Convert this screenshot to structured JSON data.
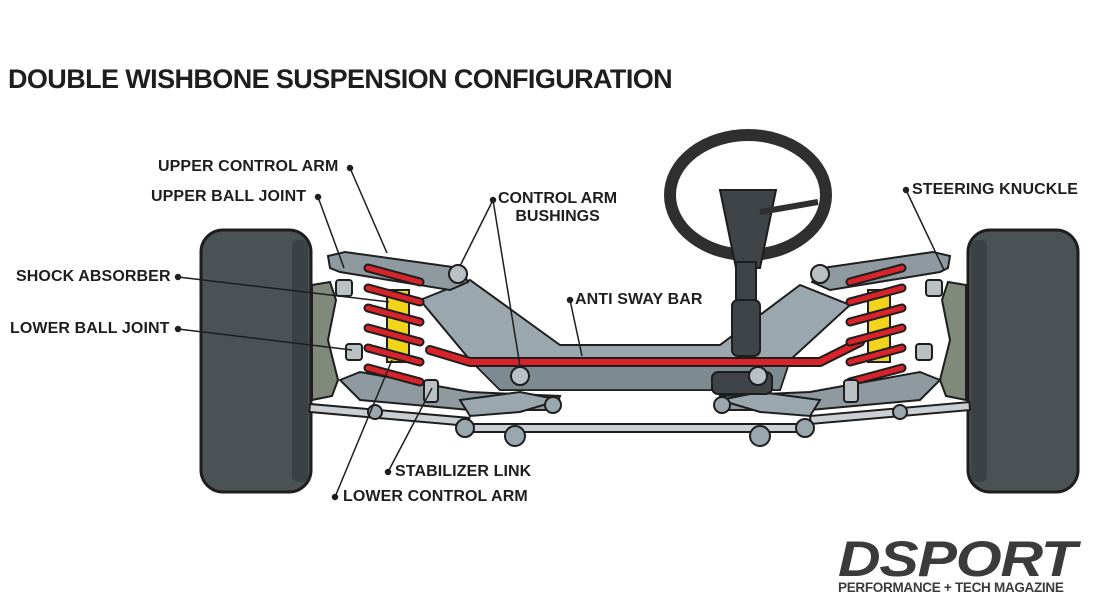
{
  "title": "DOUBLE WISHBONE SUSPENSION CONFIGURATION",
  "labels": {
    "upper_control_arm": "UPPER CONTROL ARM",
    "upper_ball_joint": "UPPER BALL JOINT",
    "shock_absorber": "SHOCK ABSORBER",
    "lower_ball_joint": "LOWER BALL JOINT",
    "control_arm_bushings_line1": "CONTROL ARM",
    "control_arm_bushings_line2": "BUSHINGS",
    "anti_sway_bar": "ANTI SWAY BAR",
    "steering_knuckle": "STEERING KNUCKLE",
    "stabilizer_link": "STABILIZER LINK",
    "lower_control_arm": "LOWER CONTROL ARM"
  },
  "logo": {
    "name": "DSPORT",
    "tagline": "PERFORMANCE + TECH MAGAZINE"
  },
  "colors": {
    "spring": "#d9232a",
    "shock": "#f2d51b",
    "frame": "#9aa7ae",
    "tire": "#4a5256",
    "outline": "#1e1e1e"
  }
}
